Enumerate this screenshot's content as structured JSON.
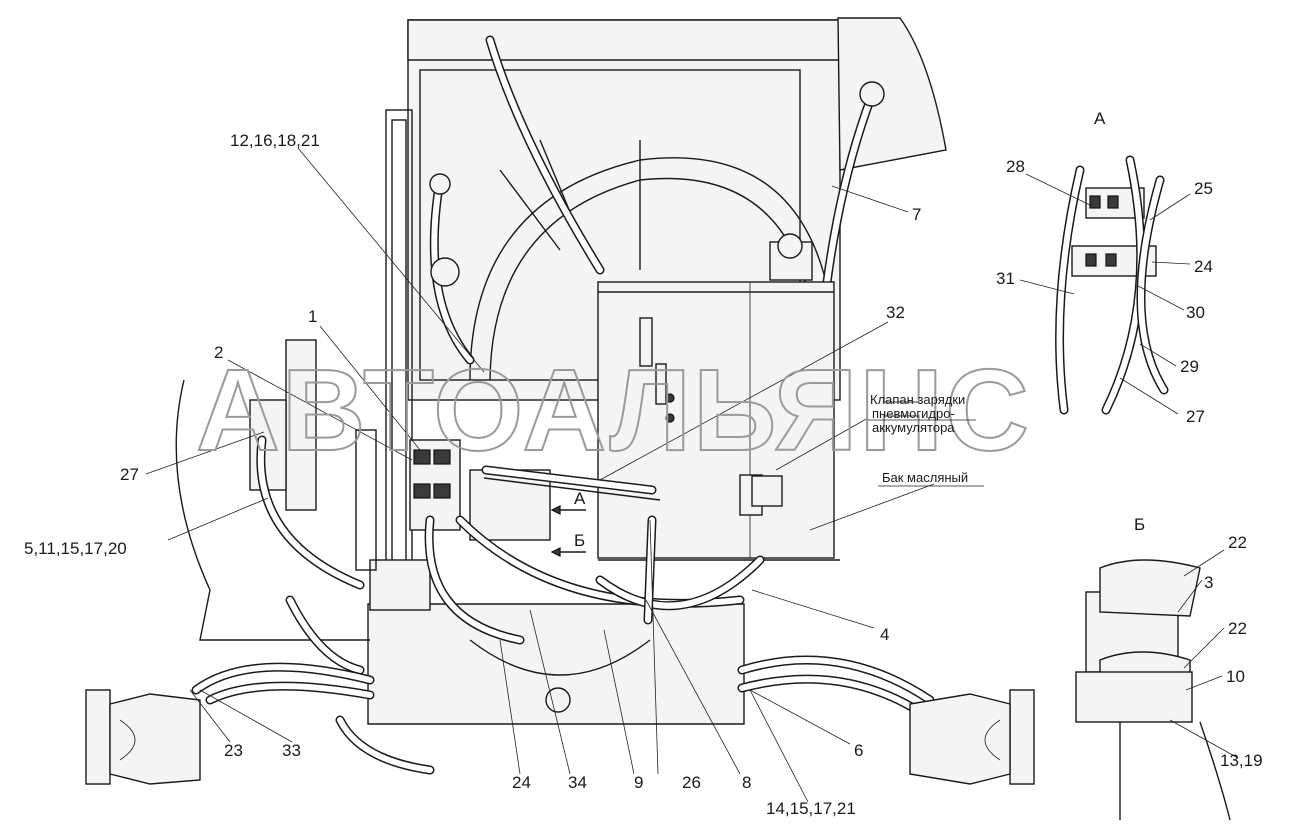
{
  "watermark": "АВТОАЛЬЯНС",
  "views": {
    "a": "А",
    "b": "Б"
  },
  "arrows": {
    "a": "А",
    "b": "Б"
  },
  "notes": {
    "valve": [
      "Клапан зарядки",
      "пневмогидро-",
      "аккумулятора"
    ],
    "tank": "Бак масляный"
  },
  "callouts": {
    "c_12_16_18_21": "12,16,18,21",
    "c_1": "1",
    "c_2": "2",
    "c_27_main": "27",
    "c_5_11_15_17_20": "5,11,15,17,20",
    "c_23": "23",
    "c_33": "33",
    "c_24": "24",
    "c_34": "34",
    "c_9": "9",
    "c_26": "26",
    "c_8": "8",
    "c_14_15_17_21": "14,15,17,21",
    "c_6": "6",
    "c_4": "4",
    "c_32": "32",
    "c_7": "7",
    "a_28": "28",
    "a_25": "25",
    "a_24": "24",
    "a_31": "31",
    "a_30": "30",
    "a_29": "29",
    "a_27": "27",
    "b_22_top": "22",
    "b_3": "3",
    "b_22_bottom": "22",
    "b_10": "10",
    "b_13_19": "13,19"
  }
}
